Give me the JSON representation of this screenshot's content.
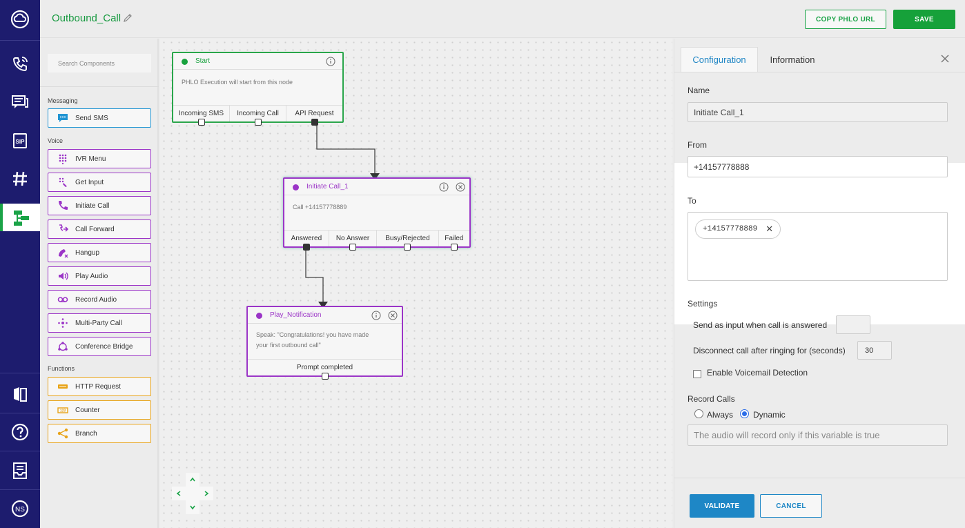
{
  "header": {
    "flow_title": "Outbound_Call",
    "copy_url_label": "COPY PHLO URL",
    "save_label": "SAVE"
  },
  "nav": {
    "items": [
      "logo-icon",
      "phone-icon",
      "messages-icon",
      "sip-icon",
      "hash-icon",
      "phlo-flow-icon",
      "docs-icon",
      "help-icon",
      "inbox-icon",
      "account-icon"
    ],
    "active": "phlo-flow-icon"
  },
  "palette": {
    "search_placeholder": "Search Components",
    "messaging_label": "Messaging",
    "voice_label": "Voice",
    "functions_label": "Functions",
    "messaging": [
      {
        "label": "Send SMS",
        "icon": "sms-icon"
      }
    ],
    "voice": [
      {
        "label": "IVR Menu",
        "icon": "keypad-icon"
      },
      {
        "label": "Get Input",
        "icon": "input-keypad-icon"
      },
      {
        "label": "Initiate Call",
        "icon": "phone-icon"
      },
      {
        "label": "Call Forward",
        "icon": "call-forward-icon"
      },
      {
        "label": "Hangup",
        "icon": "hangup-icon"
      },
      {
        "label": "Play Audio",
        "icon": "speaker-icon"
      },
      {
        "label": "Record Audio",
        "icon": "voicemail-icon"
      },
      {
        "label": "Multi-Party Call",
        "icon": "multiparty-icon"
      },
      {
        "label": "Conference Bridge",
        "icon": "conference-icon"
      }
    ],
    "functions": [
      {
        "label": "HTTP Request",
        "icon": "http-icon"
      },
      {
        "label": "Counter",
        "icon": "counter-icon"
      },
      {
        "label": "Branch",
        "icon": "branch-icon"
      }
    ]
  },
  "canvas": {
    "start": {
      "title": "Start",
      "body": "PHLO Execution will start from this node",
      "ports": [
        "Incoming SMS",
        "Incoming Call",
        "API Request"
      ]
    },
    "initiate": {
      "title": "Initiate Call_1",
      "body": "Call +14157778889",
      "ports": [
        "Answered",
        "No Answer",
        "Busy/Rejected",
        "Failed"
      ]
    },
    "play": {
      "title": "Play_Notification",
      "body_line1": "Speak: \"Congratulations! you have made",
      "body_line2": "your first outbound call\"",
      "ports": [
        "Prompt completed"
      ]
    }
  },
  "panel": {
    "tabs": [
      "Configuration",
      "Information"
    ],
    "active_tab": "Configuration",
    "name_label": "Name",
    "name_value": "Initiate Call_1",
    "from_label": "From",
    "from_value": "+14157778888",
    "to_label": "To",
    "to_chip": "+14157778889",
    "settings_label": "Settings",
    "send_input_label": "Send as input when call is answered",
    "send_input_value": "",
    "disconnect_label": "Disconnect call after ringing for (seconds)",
    "disconnect_value": "30",
    "voicemail_label": "Enable Voicemail Detection",
    "voicemail_checked": false,
    "record_label": "Record Calls",
    "record_options": [
      "Always",
      "Dynamic"
    ],
    "record_selected": "Dynamic",
    "record_condition_placeholder": "The audio will record only if this variable is true",
    "validate_label": "VALIDATE",
    "cancel_label": "CANCEL"
  },
  "colors": {
    "nav_bg": "#1d1c6e",
    "brand_green": "#16a13a",
    "messaging": "#2295d3",
    "voice": "#9b35c7",
    "functions": "#e8a317",
    "primary_blue": "#1e87c6"
  }
}
